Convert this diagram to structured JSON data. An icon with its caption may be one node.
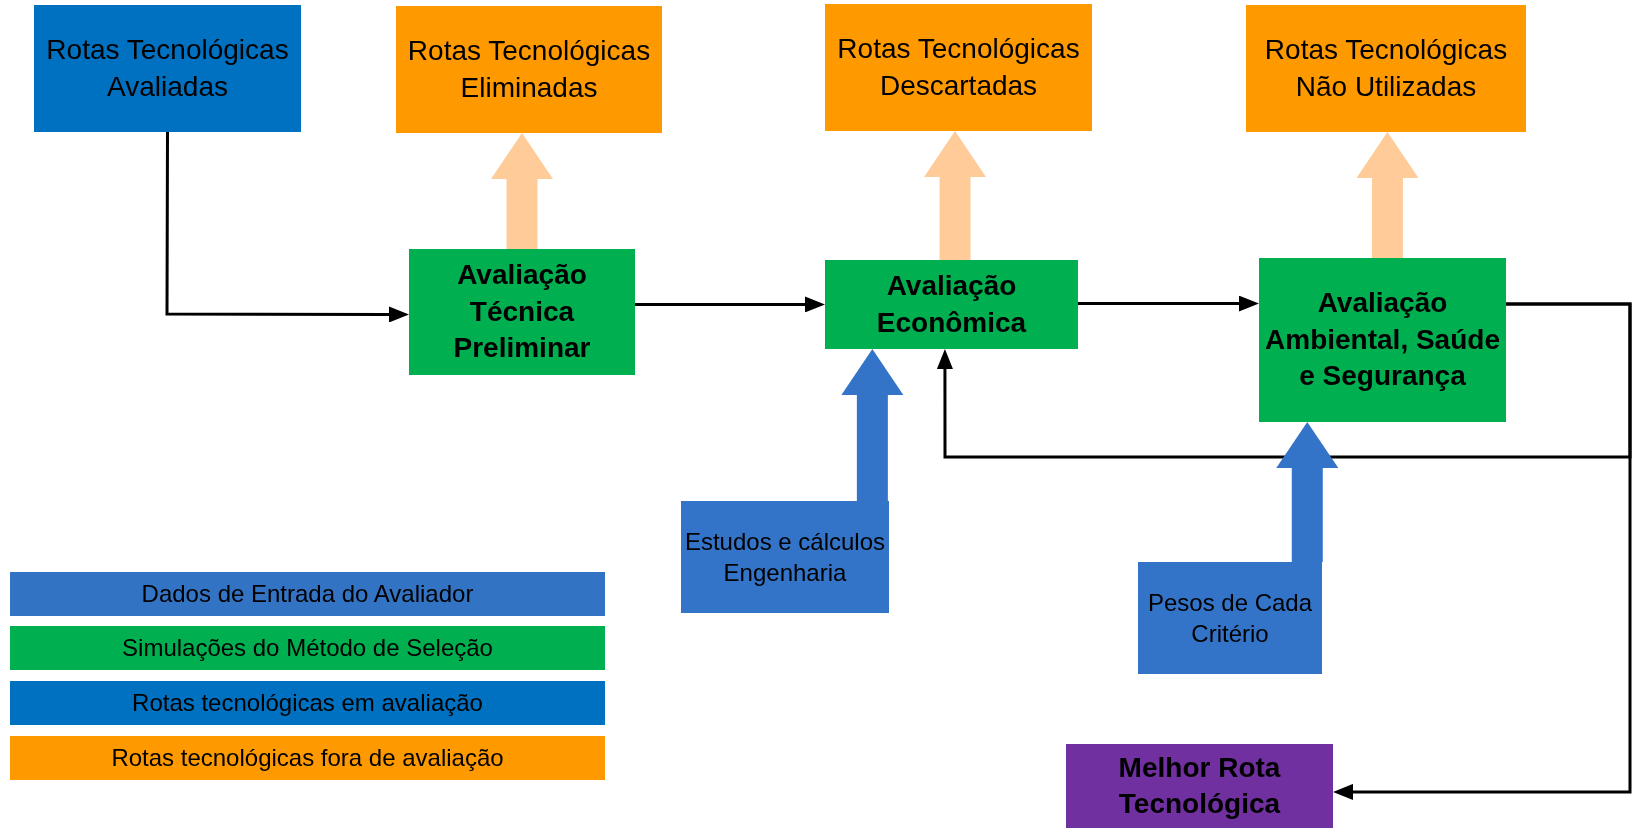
{
  "diagram": {
    "nodes": [
      {
        "text": [
          "Rotas Tecnológicas Avaliadas"
        ]
      },
      {
        "text": [
          "Rotas Tecnológicas Eliminadas"
        ]
      },
      {
        "text": [
          "Rotas Tecnológicas Descartadas"
        ]
      },
      {
        "text": [
          "Rotas Tecnológicas Não Utilizadas"
        ]
      },
      {
        "text": [
          "Avaliação Técnica Preliminar"
        ]
      },
      {
        "text": [
          "Avaliação Econômica"
        ]
      },
      {
        "text": [
          "Avaliação Ambiental, Saúde e Segurança"
        ]
      },
      {
        "text": [
          "Estudos e cálculos Engenharia"
        ]
      },
      {
        "text": [
          "Pesos de Cada Critério"
        ]
      },
      {
        "text": [
          "Melhor Rota Tecnológica"
        ]
      }
    ],
    "edges": [
      {
        "from": 0,
        "to": 4,
        "arrow": "to"
      },
      {
        "from": 4,
        "to": 1,
        "arrow": "to",
        "style": "thick",
        "color": "#ffcc99"
      },
      {
        "from": 5,
        "to": 2,
        "arrow": "to",
        "style": "thick",
        "color": "#ffcc99"
      },
      {
        "from": 6,
        "to": 3,
        "arrow": "to",
        "style": "thick",
        "color": "#ffcc99"
      },
      {
        "from": 4,
        "to": 5,
        "arrow": "to"
      },
      {
        "from": 5,
        "to": 6,
        "arrow": "to"
      },
      {
        "from": 7,
        "to": 5,
        "arrow": "to",
        "style": "thick",
        "color": "#3374c8"
      },
      {
        "from": 6,
        "to": 9,
        "arrow": "to"
      },
      {
        "from": 6,
        "to": 5,
        "arrow": "to"
      },
      {
        "from": 8,
        "to": 6,
        "arrow": "to",
        "style": "thick",
        "color": "#3374c8"
      }
    ],
    "legend": [
      {
        "text": "Dados de Entrada do Avaliador",
        "color": "#3373c4"
      },
      {
        "text": "Simulações do Método de Seleção",
        "color": "#00b050"
      },
      {
        "text": "Rotas tecnológicas em avaliação",
        "color": "#0070c0"
      },
      {
        "text": "Rotas tecnológicas fora de avaliação",
        "color": "#ff9900"
      }
    ]
  }
}
